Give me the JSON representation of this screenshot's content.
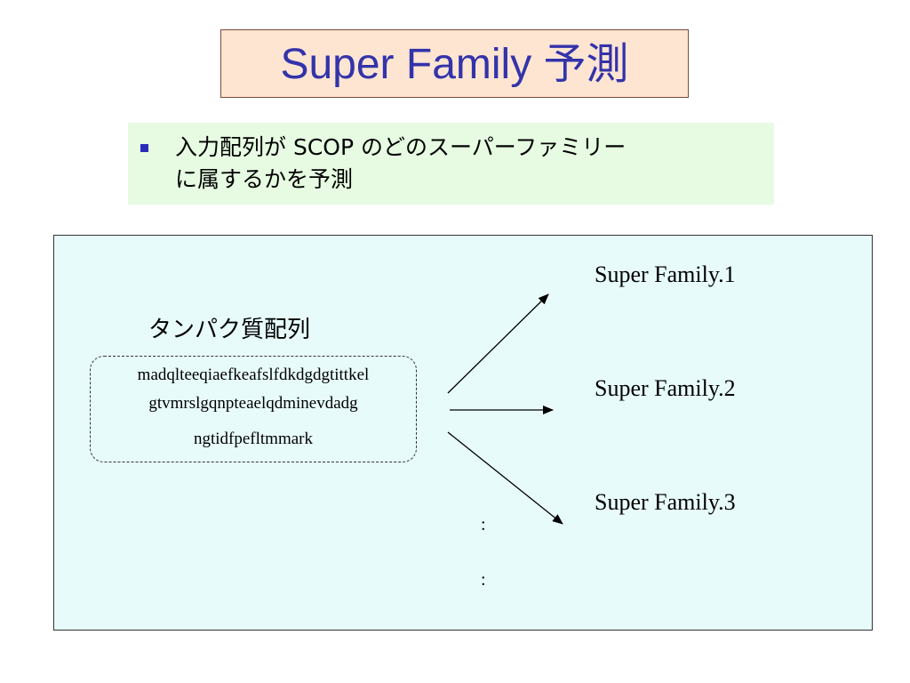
{
  "title": "Super Family 予測",
  "bullet": {
    "line1": "入力配列が SCOP のどのスーパーファミリー",
    "line2": "に属するかを予測"
  },
  "diagram": {
    "protein_label": "タンパク質配列",
    "sequence_lines": [
      "madqlteeqiaefkeafslfdkdgdgtittkel",
      "gtvmrslgqnpteaelqdminevdadg",
      "ngtidfpefltmmark"
    ],
    "families": [
      "Super Family.1",
      "Super Family.2",
      "Super Family.3"
    ],
    "ellipsis": [
      ":",
      ":"
    ]
  },
  "colors": {
    "title_text": "#3333aa",
    "title_bg": "#fde5d2",
    "bullet_bg": "#e6fbe1",
    "bullet_marker": "#2b2bb8",
    "panel_bg": "#e8fbfb"
  }
}
